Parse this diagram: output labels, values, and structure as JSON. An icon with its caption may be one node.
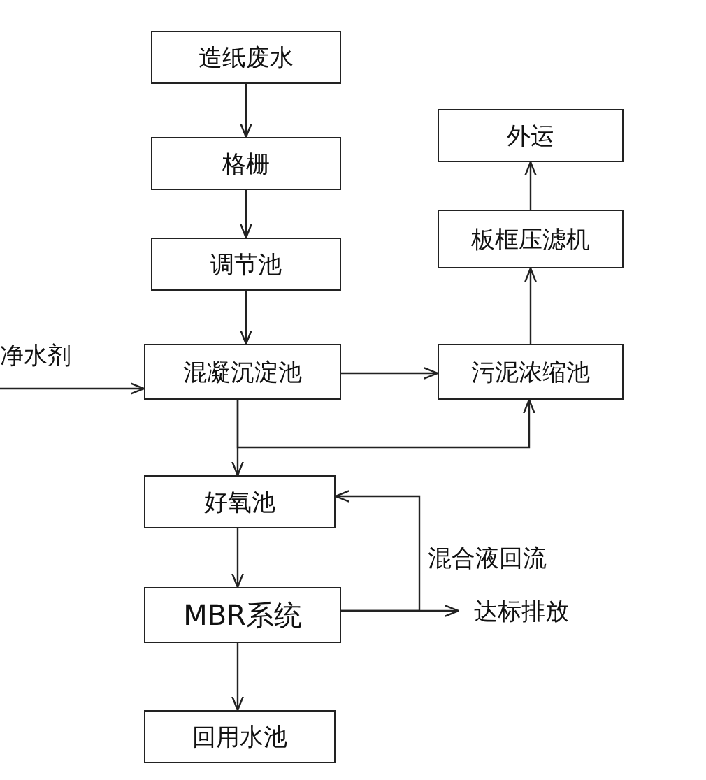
{
  "diagram": {
    "nodes": [
      {
        "text": [
          "造纸废水"
        ]
      },
      {
        "text": [
          "格栅"
        ]
      },
      {
        "text": [
          "调节池"
        ]
      },
      {
        "text": [
          "混凝沉淀池"
        ]
      },
      {
        "text": [
          "好氧池"
        ]
      },
      {
        "text": [
          "MBR系统"
        ]
      },
      {
        "text": [
          "回用水池"
        ]
      },
      {
        "text": [
          "外运"
        ]
      },
      {
        "text": [
          "板框压滤机"
        ]
      },
      {
        "text": [
          "污泥浓缩池"
        ]
      },
      {
        "text": [
          "达标排放"
        ]
      }
    ],
    "edges": [
      {
        "from": 0,
        "to": 1,
        "arrow": "to"
      },
      {
        "from": 1,
        "to": 2,
        "arrow": "to"
      },
      {
        "from": 2,
        "to": 3,
        "arrow": "to"
      },
      {
        "from": 3,
        "to": 4,
        "arrow": "to"
      },
      {
        "from": 4,
        "to": 5,
        "arrow": "to"
      },
      {
        "from": 5,
        "to": 6,
        "arrow": "to"
      },
      {
        "from": null,
        "to": 3,
        "arrow": "to",
        "label": "净水剂"
      },
      {
        "from": 3,
        "to": 9,
        "arrow": "to"
      },
      {
        "from": 3,
        "to": 9,
        "arrow": "to"
      },
      {
        "from": 9,
        "to": 8,
        "arrow": "to"
      },
      {
        "from": 8,
        "to": 7,
        "arrow": "to"
      },
      {
        "from": 5,
        "to": 4,
        "arrow": "to",
        "label": "混合液回流"
      },
      {
        "from": 5,
        "to": 10,
        "arrow": "to"
      }
    ]
  }
}
